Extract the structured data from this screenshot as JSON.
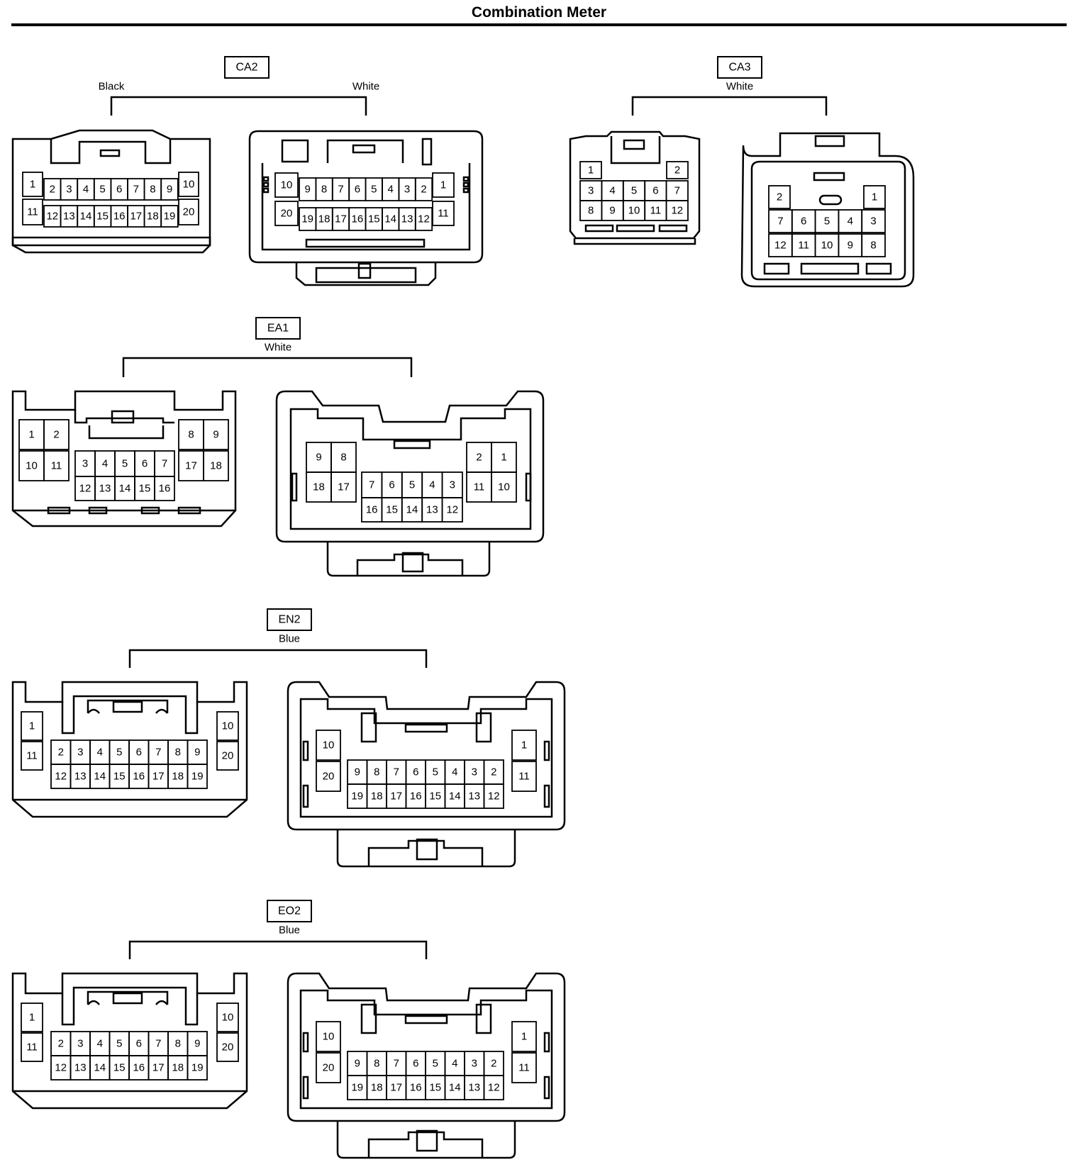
{
  "title": "Combination Meter",
  "connectors": [
    {
      "id": "CA2",
      "views": [
        {
          "color": "Black",
          "cavities": [
            [
              "1",
              "11"
            ],
            [
              "2",
              "12"
            ],
            [
              "3",
              "13"
            ],
            [
              "4",
              "14"
            ],
            [
              "5",
              "15"
            ],
            [
              "6",
              "16"
            ],
            [
              "7",
              "17"
            ],
            [
              "8",
              "18"
            ],
            [
              "9",
              "19"
            ],
            [
              "10",
              "20"
            ]
          ]
        },
        {
          "color": "White",
          "cavities": [
            [
              "10",
              "20"
            ],
            [
              "9",
              "19"
            ],
            [
              "8",
              "18"
            ],
            [
              "7",
              "17"
            ],
            [
              "6",
              "16"
            ],
            [
              "5",
              "15"
            ],
            [
              "4",
              "14"
            ],
            [
              "3",
              "13"
            ],
            [
              "2",
              "12"
            ],
            [
              "1",
              "11"
            ]
          ]
        }
      ]
    },
    {
      "id": "CA3",
      "color": "White",
      "views": [
        {
          "rows": [
            [
              "1",
              "2"
            ],
            [
              "3",
              "4",
              "5",
              "6",
              "7"
            ],
            [
              "8",
              "9",
              "10",
              "11",
              "12"
            ]
          ]
        },
        {
          "rows": [
            [
              "2",
              "1"
            ],
            [
              "7",
              "6",
              "5",
              "4",
              "3"
            ],
            [
              "12",
              "11",
              "10",
              "9",
              "8"
            ]
          ]
        }
      ]
    },
    {
      "id": "EA1",
      "color": "White",
      "views": [
        {
          "groups": [
            [
              "1",
              "2",
              "10",
              "11"
            ],
            [
              "3",
              "4",
              "5",
              "6",
              "7",
              "12",
              "13",
              "14",
              "15",
              "16"
            ],
            [
              "8",
              "9",
              "17",
              "18"
            ]
          ]
        },
        {
          "groups": [
            [
              "9",
              "8",
              "18",
              "17"
            ],
            [
              "7",
              "6",
              "5",
              "4",
              "3",
              "16",
              "15",
              "14",
              "13",
              "12"
            ],
            [
              "2",
              "1",
              "11",
              "10"
            ]
          ]
        }
      ]
    },
    {
      "id": "EN2",
      "color": "Blue",
      "views": [
        {
          "left": [
            "1",
            "11"
          ],
          "top": [
            "2",
            "3",
            "4",
            "5",
            "6",
            "7",
            "8",
            "9"
          ],
          "bottom": [
            "12",
            "13",
            "14",
            "15",
            "16",
            "17",
            "18",
            "19"
          ],
          "right": [
            "10",
            "20"
          ]
        },
        {
          "left": [
            "10",
            "20"
          ],
          "top": [
            "9",
            "8",
            "7",
            "6",
            "5",
            "4",
            "3",
            "2"
          ],
          "bottom": [
            "19",
            "18",
            "17",
            "16",
            "15",
            "14",
            "13",
            "12"
          ],
          "right": [
            "1",
            "11"
          ]
        }
      ]
    },
    {
      "id": "EO2",
      "color": "Blue",
      "views": [
        {
          "left": [
            "1",
            "11"
          ],
          "top": [
            "2",
            "3",
            "4",
            "5",
            "6",
            "7",
            "8",
            "9"
          ],
          "bottom": [
            "12",
            "13",
            "14",
            "15",
            "16",
            "17",
            "18",
            "19"
          ],
          "right": [
            "10",
            "20"
          ]
        },
        {
          "left": [
            "10",
            "20"
          ],
          "top": [
            "9",
            "8",
            "7",
            "6",
            "5",
            "4",
            "3",
            "2"
          ],
          "bottom": [
            "19",
            "18",
            "17",
            "16",
            "15",
            "14",
            "13",
            "12"
          ],
          "right": [
            "1",
            "11"
          ]
        }
      ]
    }
  ]
}
